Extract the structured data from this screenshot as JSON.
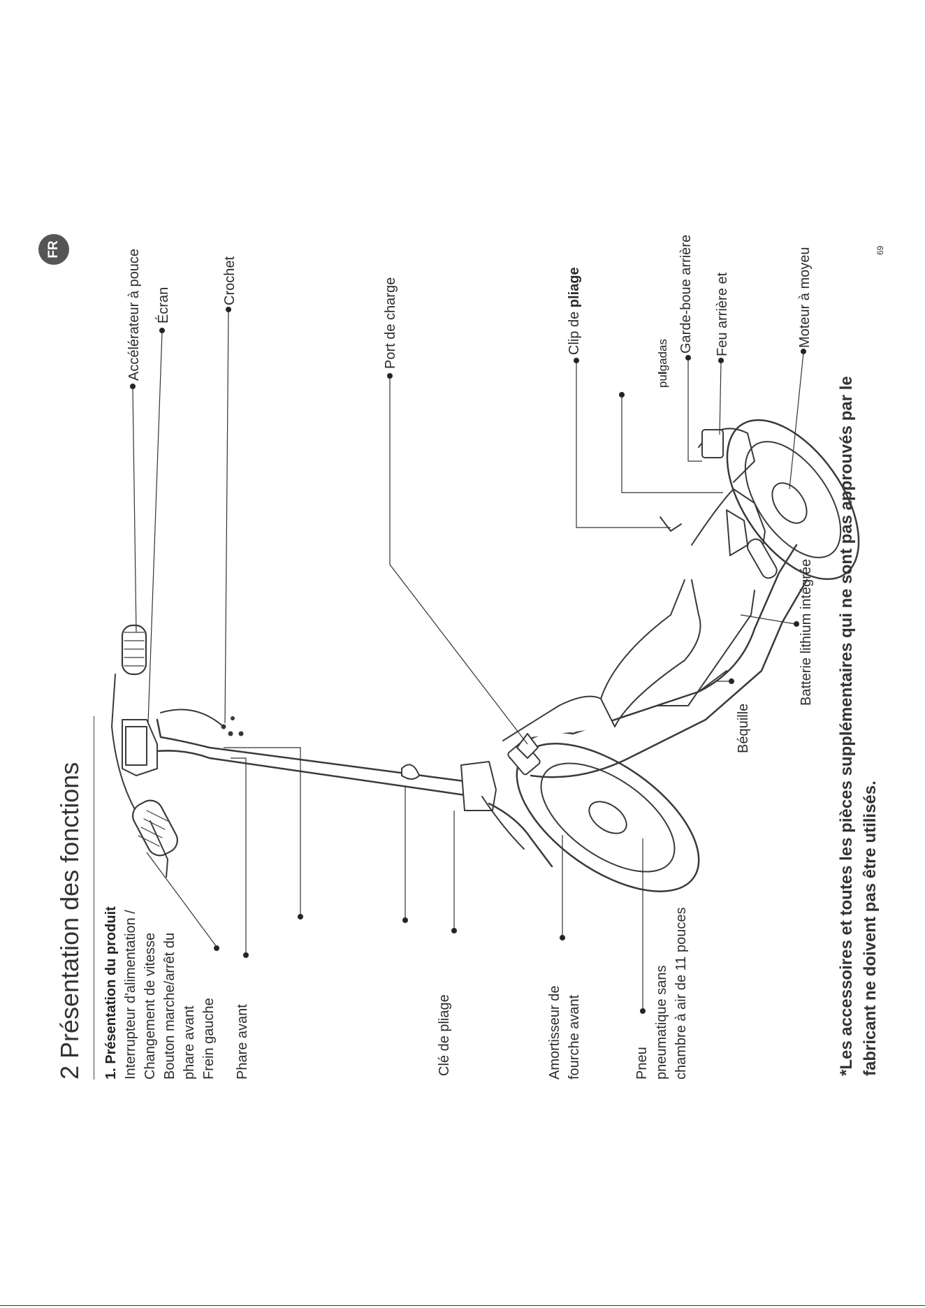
{
  "badge": {
    "lang": "FR"
  },
  "page_number": "69",
  "section_title": "2 Présentation des fonctions",
  "subsection_title": "1. Présentation du produit",
  "labels": {
    "left_group_1": "Interrupteur d'alimentation /\nChangement de vitesse\nBouton marche/arrêt du\nphare avant\nFrein gauche",
    "front_light": "Phare avant",
    "folding_key": "Clé de pliage",
    "fork_absorber": "Amortisseur de\nfourche avant",
    "tire_front": "Pneu\npneumatique sans\nchambre à air de 11 pouces",
    "kickstand": "Béquille",
    "battery": "Batterie lithium intégrée",
    "charge_port": "Port de charge",
    "folding_clip_prefix": "Clip de ",
    "folding_clip_bold": "pliage",
    "stray_word_prefix": "pu",
    "stray_word_bold": "l",
    "stray_word_suffix": "gadas",
    "thumb_throttle": "Accélérateur à pouce",
    "screen": "Écran",
    "hook": "Crochet",
    "rear_fender": "Garde-boue arrière",
    "rear_light": "Feu arrière et",
    "hub_motor": "Moteur à moyeu"
  },
  "note": "*Les accessoires et toutes les pièces supplémentaires qui ne sont pas approuvés par le\nfabricant ne doivent pas être utilisés."
}
